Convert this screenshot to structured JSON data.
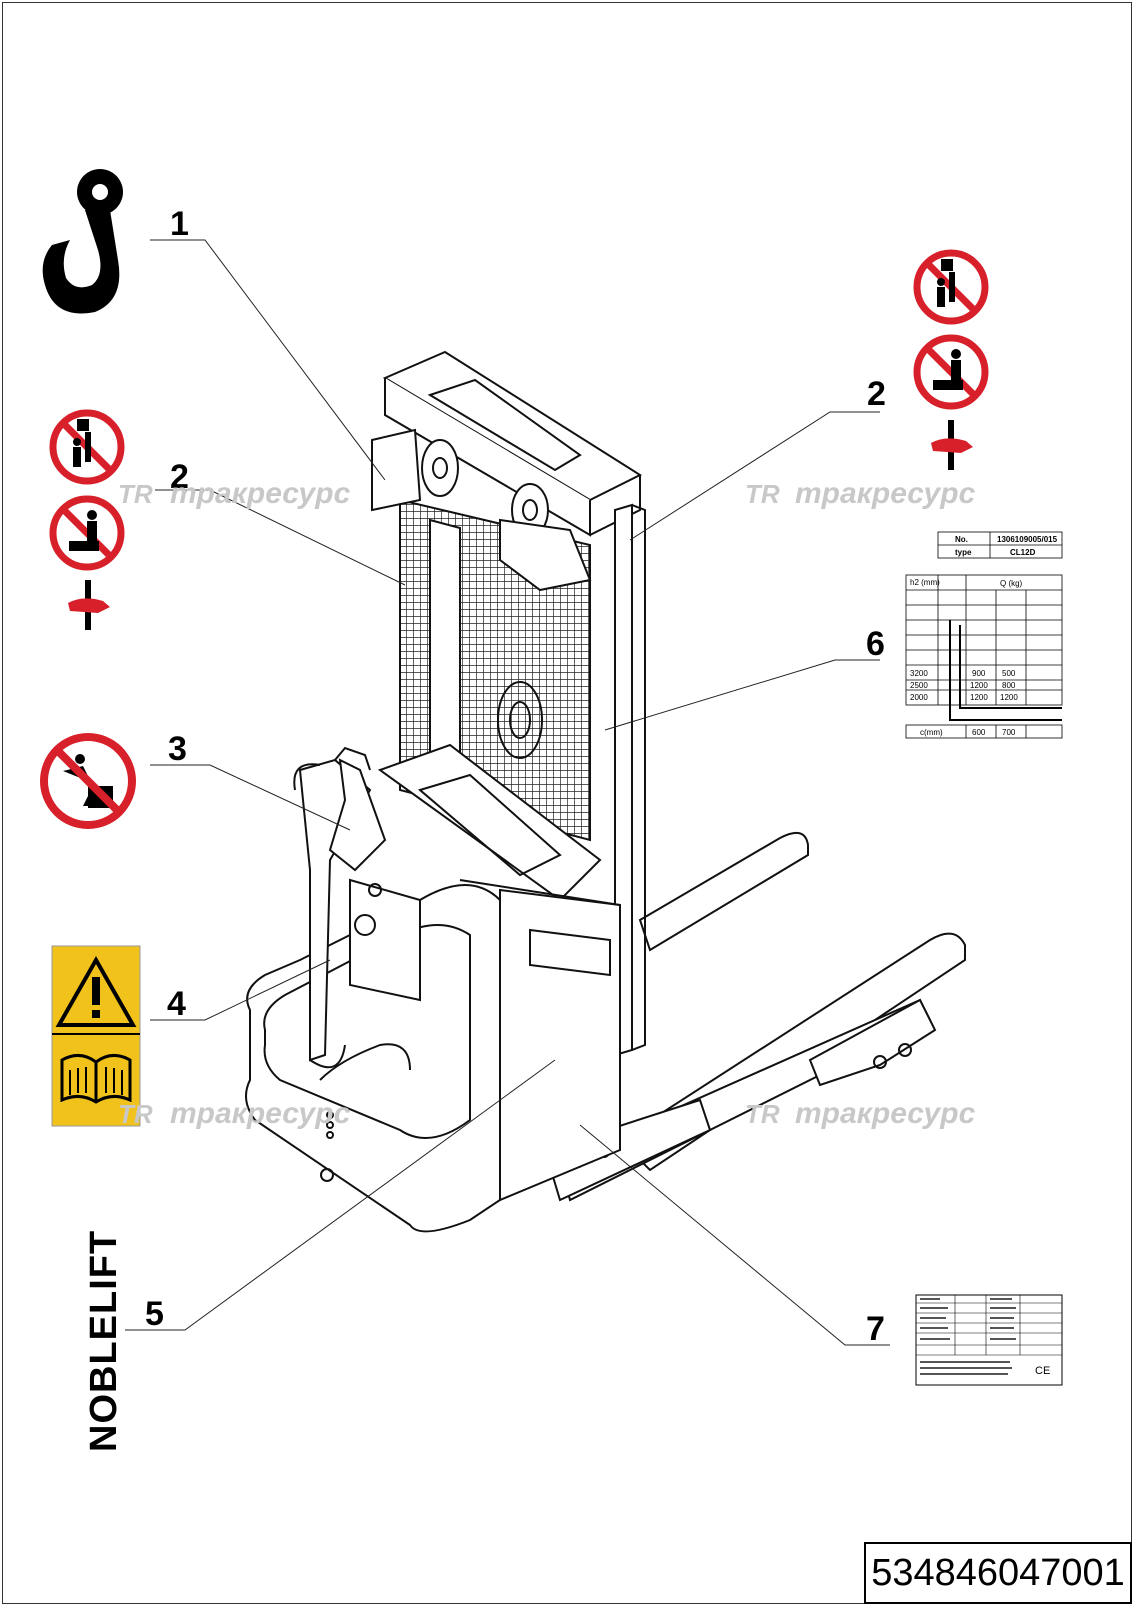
{
  "callouts": {
    "c1": "1",
    "c2_left": "2",
    "c2_right": "2",
    "c3": "3",
    "c4": "4",
    "c5": "5",
    "c6": "6",
    "c7": "7"
  },
  "watermark": {
    "logo": "TR",
    "text": "тракресурс"
  },
  "brand": "NOBLELIFT",
  "part_number": "534846047001",
  "capacity_plate": {
    "no_label": "No.",
    "no_value": "1306109005/015",
    "type_label": "type",
    "type_value": "CL12D",
    "h_header": "h2 (mm)",
    "q_header": "Q (kg)",
    "rows": [
      {
        "h": "3200",
        "q1": "900",
        "q2": "500"
      },
      {
        "h": "2500",
        "q1": "1200",
        "q2": "800"
      },
      {
        "h": "2000",
        "q1": "1200",
        "q2": "1200"
      }
    ],
    "c_label": "c(mm)",
    "c_values": [
      "600",
      "700"
    ]
  },
  "name_plate": {
    "ce_mark": "CE"
  },
  "icons": {
    "hook": "lifting-hook-icon",
    "no_standing_under": "no-standing-under-load-icon",
    "no_riding": "no-riding-icon",
    "crush_hazard": "hand-crush-hazard-icon",
    "no_passengers": "no-passengers-icon",
    "warning": "warning-triangle-icon",
    "manual": "read-manual-icon"
  },
  "colors": {
    "prohibition_red": "#d8202a",
    "warning_yellow": "#f1c21b",
    "watermark_gray": "#c8c8c8"
  }
}
